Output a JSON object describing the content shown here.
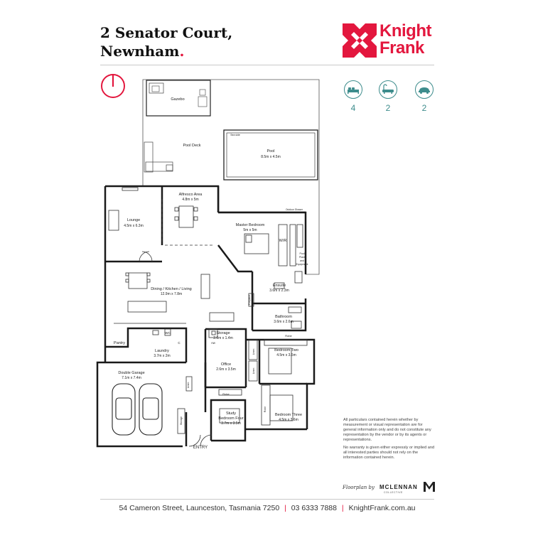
{
  "header": {
    "address_line1": "2 Senator Court,",
    "address_line2": "Newnham",
    "address_dot": "."
  },
  "brand": {
    "name_line1": "Knight",
    "name_line2": "Frank",
    "color": "#e3173e"
  },
  "compass": {
    "icon": "north-arrow-icon",
    "color": "#e3173e"
  },
  "stats": [
    {
      "icon": "bed-icon",
      "value": "4"
    },
    {
      "icon": "bath-icon",
      "value": "2"
    },
    {
      "icon": "car-icon",
      "value": "2"
    }
  ],
  "rooms": {
    "gazebo": "Gazebo",
    "pool_deck": "Pool Deck",
    "pool_name": "Pool",
    "pool_dims": "8.5m x 4.5m",
    "pool_small": "Sea side",
    "alfresco_name": "Alfresco Area",
    "alfresco_dims": "4.8m x 5m",
    "lounge_name": "Lounge",
    "lounge_dims": "4.5m x 6.3m",
    "master_name": "Master Bedroom",
    "master_dims": "5m x 5m",
    "wir": "W/R",
    "outdoor_shower": "Outdoor Shower",
    "pool_plant_1": "Pool",
    "pool_plant_2": "Plant",
    "pool_plant_3": "and",
    "pool_plant_4": "Equipment",
    "dining_name": "Dining / Kitchen / Living",
    "dining_dims": "12.9m x 7.8m",
    "ensuite_name": "Ensuite",
    "ensuite_dims": "3.6m x 2.3m",
    "fireplace": "Fireplace",
    "bathroom_name": "Bathroom",
    "bathroom_dims": "3.6m x 2.6m",
    "storage_name": "Storage",
    "storage_dims": "2.6m x 1.4m",
    "hw": "HW",
    "wc": "WC",
    "c": "C",
    "pantry": "Pantry",
    "laundry_name": "Laundry",
    "laundry_dims": "3.7m x 2m",
    "robe": "Robe",
    "linen": "Linen",
    "bed2_name": "Bedroom Two",
    "bed2_dims": "4.5m x 3.5m",
    "office_name": "Office",
    "office_dims": "2.6m x 3.5m",
    "garage_name": "Double Garage",
    "garage_dims": "7.1m x 7.4m",
    "storage_small": "Storage",
    "study_name": "Study",
    "bed4_name": "Bedroom Four",
    "bed4_dims": "3.7m x 3.5m",
    "bed3_name": "Bedroom Three",
    "bed3_dims": "4.5m x 3.6m",
    "entry": "ENTRY"
  },
  "disclaimer": {
    "p1": "All particulars contained herein whether by measurement or visual representation are for general information only and do not constitute any representation by the vendor or by its agents or representations.",
    "p2": "No warranty is given either expressly or implied and all interested parties should not rely on the information contained herein."
  },
  "credit": {
    "prefix": "Floorplan by",
    "name": "MCLENNAN",
    "sub": "COLLECTIVE"
  },
  "footer": {
    "address": "54 Cameron Street, Launceston, Tasmania 7250",
    "phone": "03 6333 7888",
    "website": "KnightFrank.com.au",
    "separator": "|"
  }
}
